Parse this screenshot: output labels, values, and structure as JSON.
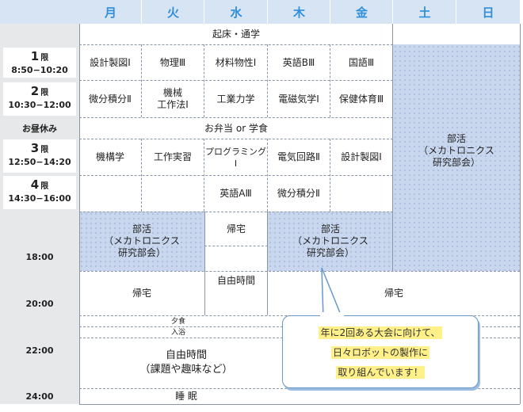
{
  "days": [
    "月",
    "火",
    "水",
    "木",
    "金",
    "土",
    "日"
  ],
  "periods": [
    {
      "num": "1",
      "unit": "限",
      "time": "8:50−10:20"
    },
    {
      "num": "2",
      "unit": "限",
      "time": "10:30−12:00"
    },
    {
      "num": "3",
      "unit": "限",
      "time": "12:50−14:20"
    },
    {
      "num": "4",
      "unit": "限",
      "time": "14:30−16:00"
    }
  ],
  "lunch_label": "お昼休み",
  "times": [
    "18:00",
    "20:00",
    "22:00",
    "24:00"
  ],
  "rows": {
    "wake": "起床・通学",
    "p1": [
      "設計製図Ⅰ",
      "物理Ⅲ",
      "材料物性Ⅰ",
      "英語BⅢ",
      "国語Ⅲ"
    ],
    "p2": [
      "微分積分Ⅱ",
      "機械\n工作法Ⅰ",
      "工業力学",
      "電磁気学Ⅰ",
      "保健体育Ⅲ"
    ],
    "lunch": "お弁当 or 学食",
    "p3": [
      "機構学",
      "工作実習",
      "プログラミングⅠ",
      "電気回路Ⅱ",
      "設計製図Ⅰ"
    ],
    "p4": [
      "",
      "",
      "英語AⅢ",
      "微分積分Ⅱ",
      ""
    ]
  },
  "club_left": "部活\n（メカトロニクス\n研究部会）",
  "club_right": "部活\n（メカトロニクス\n研究部会）",
  "club_weekend": "部活\n（メカトロニクス\n研究部会）",
  "wed_home": "帰宅",
  "wed_free": "自由時間",
  "home_left": "帰宅",
  "home_right": "帰宅",
  "dinner": "夕食",
  "bath": "入浴",
  "free_time": "自由時間\n（課題や趣味など）",
  "sleep": "睡 眠",
  "bubble": {
    "line1": "年に2回ある大会に向けて、",
    "line2": "日々ロボットの製作に",
    "line3": "取り組んでいます！"
  },
  "colors": {
    "header_bg": "#d7e4f3",
    "header_text": "#2f8fd8",
    "club_dots": "#c9d7ee",
    "highlight": "#fff08a",
    "bubble_border": "#6a98c8"
  }
}
